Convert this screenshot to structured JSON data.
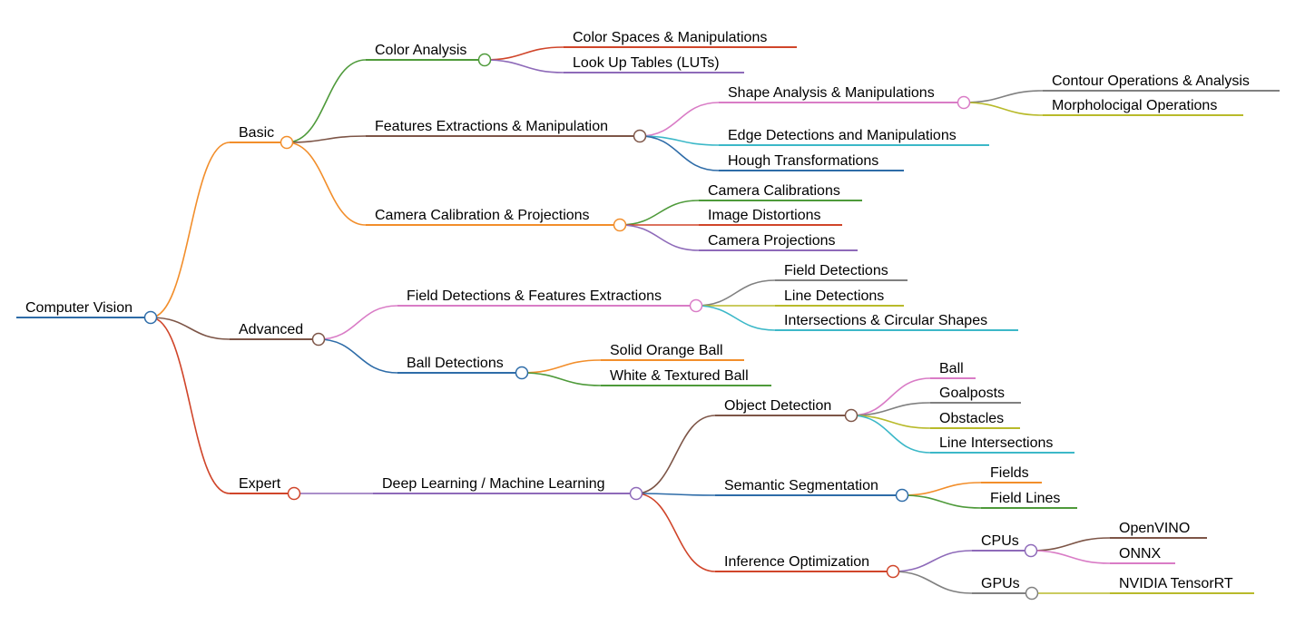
{
  "diagram": {
    "type": "mindmap",
    "root": {
      "label": "Computer Vision",
      "color": "#2e6ca8",
      "children": [
        {
          "label": "Basic",
          "color": "#f28e2b",
          "children": [
            {
              "label": "Color Analysis",
              "color": "#4e9a3a",
              "children": [
                {
                  "label": "Color Spaces & Manipulations",
                  "color": "#d0452a"
                },
                {
                  "label": "Look Up Tables (LUTs)",
                  "color": "#8e6ab9"
                }
              ]
            },
            {
              "label": "Features Extractions & Manipulation",
              "color": "#7d5547",
              "children": [
                {
                  "label": "Shape Analysis & Manipulations",
                  "color": "#d97cc6",
                  "children": [
                    {
                      "label": "Contour Operations & Analysis",
                      "color": "#808080"
                    },
                    {
                      "label": "Morpholocigal Operations",
                      "color": "#b8ba2a"
                    }
                  ]
                },
                {
                  "label": "Edge Detections and Manipulations",
                  "color": "#3cb8c8"
                },
                {
                  "label": "Hough Transformations",
                  "color": "#2e6ca8"
                }
              ]
            },
            {
              "label": "Camera Calibration & Projections",
              "color": "#f28e2b",
              "children": [
                {
                  "label": "Camera Calibrations",
                  "color": "#4e9a3a"
                },
                {
                  "label": "Image Distortions",
                  "color": "#d0452a"
                },
                {
                  "label": "Camera Projections",
                  "color": "#8e6ab9"
                }
              ]
            }
          ]
        },
        {
          "label": "Advanced",
          "color": "#7d5547",
          "children": [
            {
              "label": "Field Detections & Features Extractions",
              "color": "#d97cc6",
              "children": [
                {
                  "label": "Field Detections",
                  "color": "#808080"
                },
                {
                  "label": "Line Detections",
                  "color": "#b8ba2a"
                },
                {
                  "label": "Intersections & Circular Shapes",
                  "color": "#3cb8c8"
                }
              ]
            },
            {
              "label": "Ball Detections",
              "color": "#2e6ca8",
              "children": [
                {
                  "label": "Solid Orange Ball",
                  "color": "#f28e2b"
                },
                {
                  "label": "White & Textured Ball",
                  "color": "#4e9a3a"
                }
              ]
            }
          ]
        },
        {
          "label": "Expert",
          "color": "#d0452a",
          "children": [
            {
              "label": "Deep Learning / Machine Learning",
              "color": "#8e6ab9",
              "children": [
                {
                  "label": "Object Detection",
                  "color": "#7d5547",
                  "children": [
                    {
                      "label": "Ball",
                      "color": "#d97cc6"
                    },
                    {
                      "label": "Goalposts",
                      "color": "#808080"
                    },
                    {
                      "label": "Obstacles",
                      "color": "#b8ba2a"
                    },
                    {
                      "label": "Line Intersections",
                      "color": "#3cb8c8"
                    }
                  ]
                },
                {
                  "label": "Semantic Segmentation",
                  "color": "#2e6ca8",
                  "children": [
                    {
                      "label": "Fields",
                      "color": "#f28e2b"
                    },
                    {
                      "label": "Field Lines",
                      "color": "#4e9a3a"
                    }
                  ]
                },
                {
                  "label": "Inference Optimization",
                  "color": "#d0452a",
                  "children": [
                    {
                      "label": "CPUs",
                      "color": "#8e6ab9",
                      "children": [
                        {
                          "label": "OpenVINO",
                          "color": "#7d5547"
                        },
                        {
                          "label": "ONNX",
                          "color": "#d97cc6"
                        }
                      ]
                    },
                    {
                      "label": "GPUs",
                      "color": "#808080",
                      "children": [
                        {
                          "label": "NVIDIA TensorRT",
                          "color": "#b8ba2a"
                        }
                      ]
                    }
                  ]
                }
              ]
            }
          ]
        }
      ]
    }
  }
}
